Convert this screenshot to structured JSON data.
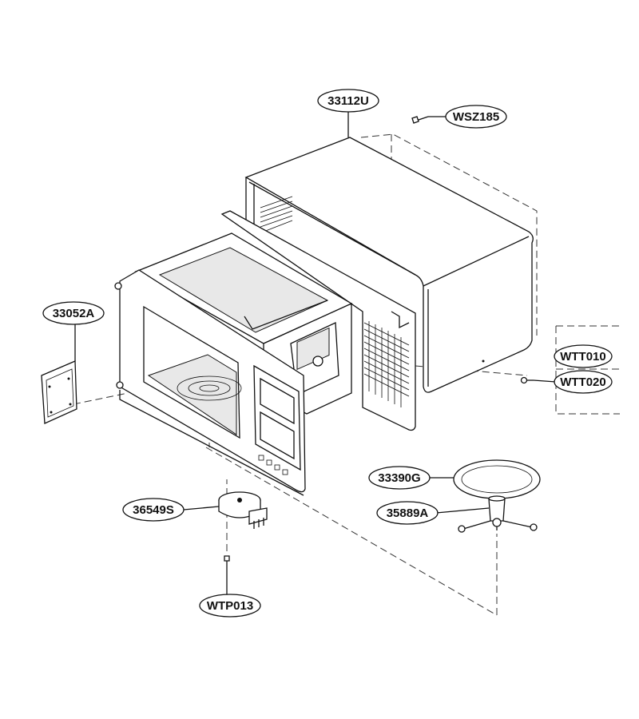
{
  "diagram": {
    "parts": [
      {
        "id": "outer-case",
        "label": "33112U"
      },
      {
        "id": "case-screw",
        "label": "WSZ185"
      },
      {
        "id": "waveguide-cover",
        "label": "33052A"
      },
      {
        "id": "screw-a",
        "label": "WTT010"
      },
      {
        "id": "screw-b",
        "label": "WTT020"
      },
      {
        "id": "glass-tray",
        "label": "33390G"
      },
      {
        "id": "roller-guide",
        "label": "35889A"
      },
      {
        "id": "turntable-motor",
        "label": "36549S"
      },
      {
        "id": "motor-screw",
        "label": "WTP013"
      }
    ]
  }
}
